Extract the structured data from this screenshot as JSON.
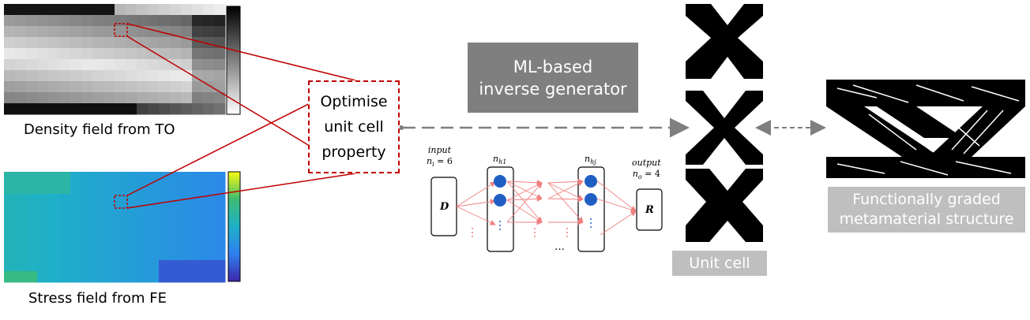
{
  "captions": {
    "density": "Density field from TO",
    "stress": "Stress field from FE"
  },
  "optimise_box": {
    "lines": [
      "Optimise",
      "unit cell",
      "property"
    ]
  },
  "generator_box": {
    "lines": [
      "ML-based",
      "inverse generator"
    ]
  },
  "network": {
    "input_label": "input",
    "input_eq": "n",
    "input_sub": "i",
    "input_val": " = 6",
    "hidden1_label": "n",
    "hidden1_sub": "h1",
    "hiddenj_label": "n",
    "hiddenj_sub": "hj",
    "output_label": "output",
    "output_eq": "n",
    "output_sub": "o",
    "output_val": " = 4",
    "input_node": "D",
    "output_node": "R",
    "ellipsis": "…"
  },
  "unit_cell_label": "Unit cell",
  "structure_label": [
    "Functionally graded",
    "metamaterial structure"
  ],
  "colors": {
    "dashed_red": "#c00000",
    "arrow_gray": "#7f7f7f",
    "node_blue": "#1f5fc4",
    "edge_pink": "#f08080",
    "label_gray": "#bfbfbf"
  }
}
